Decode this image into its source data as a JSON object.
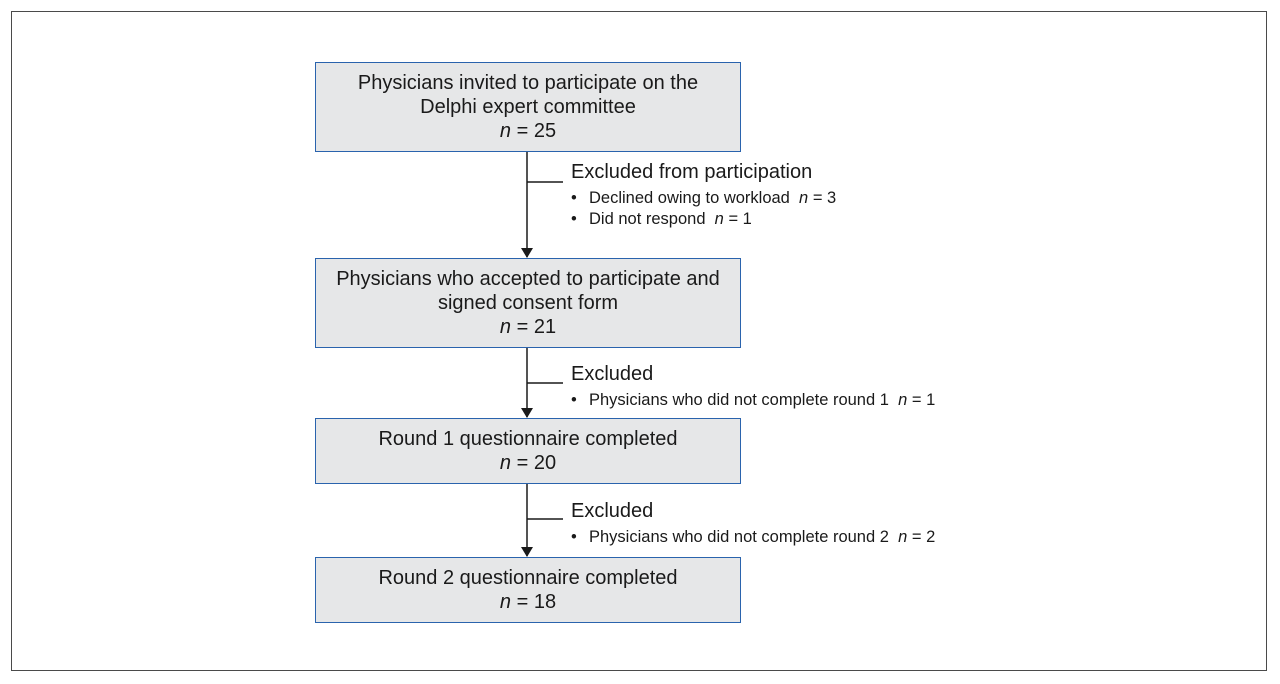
{
  "boxes": [
    {
      "lines": [
        "Physicians invited to participate on the",
        "Delphi expert committee"
      ],
      "n_label": "n",
      "n_value": "= 25"
    },
    {
      "lines": [
        "Physicians who accepted to participate and",
        "signed consent form"
      ],
      "n_label": "n",
      "n_value": "= 21"
    },
    {
      "lines": [
        "Round 1 questionnaire completed"
      ],
      "n_label": "n",
      "n_value": "= 20"
    },
    {
      "lines": [
        "Round 2 questionnaire completed"
      ],
      "n_label": "n",
      "n_value": "= 18"
    }
  ],
  "exclusions": [
    {
      "title": "Excluded from participation",
      "items": [
        {
          "text": "Declined owing to workload",
          "n_label": "n",
          "n_value": "= 3"
        },
        {
          "text": "Did not respond",
          "n_label": "n",
          "n_value": "= 1"
        }
      ]
    },
    {
      "title": "Excluded",
      "items": [
        {
          "text": "Physicians who did not complete round 1",
          "n_label": "n",
          "n_value": "= 1"
        }
      ]
    },
    {
      "title": "Excluded",
      "items": [
        {
          "text": "Physicians who did not complete round 2",
          "n_label": "n",
          "n_value": "= 2"
        }
      ]
    }
  ],
  "colors": {
    "box_fill": "#e6e7e8",
    "box_border": "#2a63ad",
    "line": "#1a1a1a"
  }
}
